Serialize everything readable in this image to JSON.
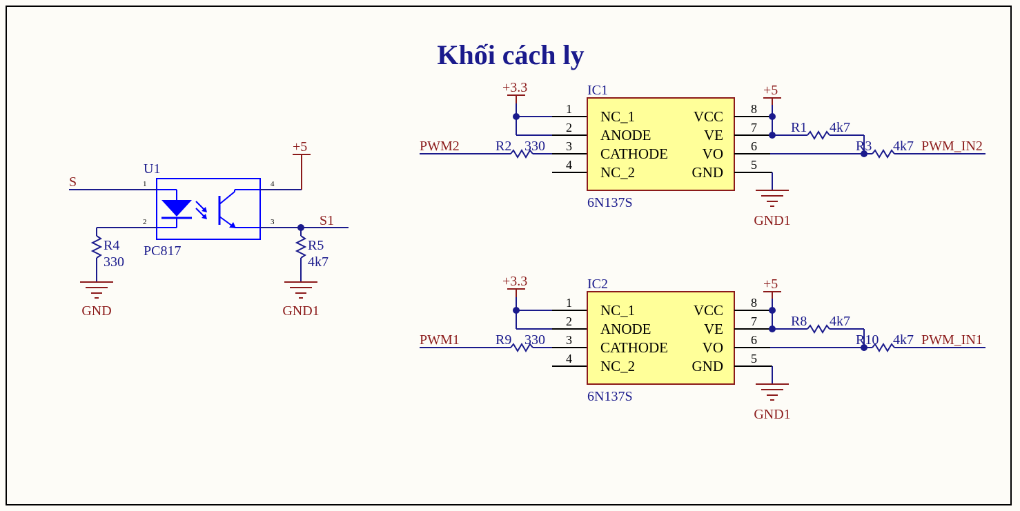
{
  "title": "Khối cách ly",
  "u1": {
    "designator": "U1",
    "part": "PC817",
    "pin1": "1",
    "pin2": "2",
    "pin3": "3",
    "pin4": "4",
    "net_in": "S",
    "net_out": "S1",
    "supply": "+5",
    "r4": {
      "name": "R4",
      "value": "330",
      "gnd": "GND"
    },
    "r5": {
      "name": "R5",
      "value": "4k7",
      "gnd": "GND1"
    }
  },
  "ic1": {
    "designator": "IC1",
    "part": "6N137S",
    "left_pins": [
      {
        "num": "1",
        "name": "NC_1"
      },
      {
        "num": "2",
        "name": "ANODE"
      },
      {
        "num": "3",
        "name": "CATHODE"
      },
      {
        "num": "4",
        "name": "NC_2"
      }
    ],
    "right_pins": [
      {
        "num": "8",
        "name": "VCC"
      },
      {
        "num": "7",
        "name": "VE"
      },
      {
        "num": "6",
        "name": "VO"
      },
      {
        "num": "5",
        "name": "GND"
      }
    ],
    "supply_left": "+3.3",
    "supply_right": "+5",
    "gnd": "GND1",
    "net_in": "PWM2",
    "net_out": "PWM_IN2",
    "r_in": {
      "name": "R2",
      "value": "330"
    },
    "r_pull": {
      "name": "R1",
      "value": "4k7"
    },
    "r_out": {
      "name": "R3",
      "value": "4k7"
    }
  },
  "ic2": {
    "designator": "IC2",
    "part": "6N137S",
    "left_pins": [
      {
        "num": "1",
        "name": "NC_1"
      },
      {
        "num": "2",
        "name": "ANODE"
      },
      {
        "num": "3",
        "name": "CATHODE"
      },
      {
        "num": "4",
        "name": "NC_2"
      }
    ],
    "right_pins": [
      {
        "num": "8",
        "name": "VCC"
      },
      {
        "num": "7",
        "name": "VE"
      },
      {
        "num": "6",
        "name": "VO"
      },
      {
        "num": "5",
        "name": "GND"
      }
    ],
    "supply_left": "+3.3",
    "supply_right": "+5",
    "gnd": "GND1",
    "net_in": "PWM1",
    "net_out": "PWM_IN1",
    "r_in": {
      "name": "R9",
      "value": "330"
    },
    "r_pull": {
      "name": "R8",
      "value": "4k7"
    },
    "r_out": {
      "name": "R10",
      "value": "4k7"
    }
  },
  "colors": {
    "wire": "#1a1a8c",
    "power": "#8b1a1a",
    "ic_fill": "#ffff99",
    "background": "#fdfcf7"
  }
}
